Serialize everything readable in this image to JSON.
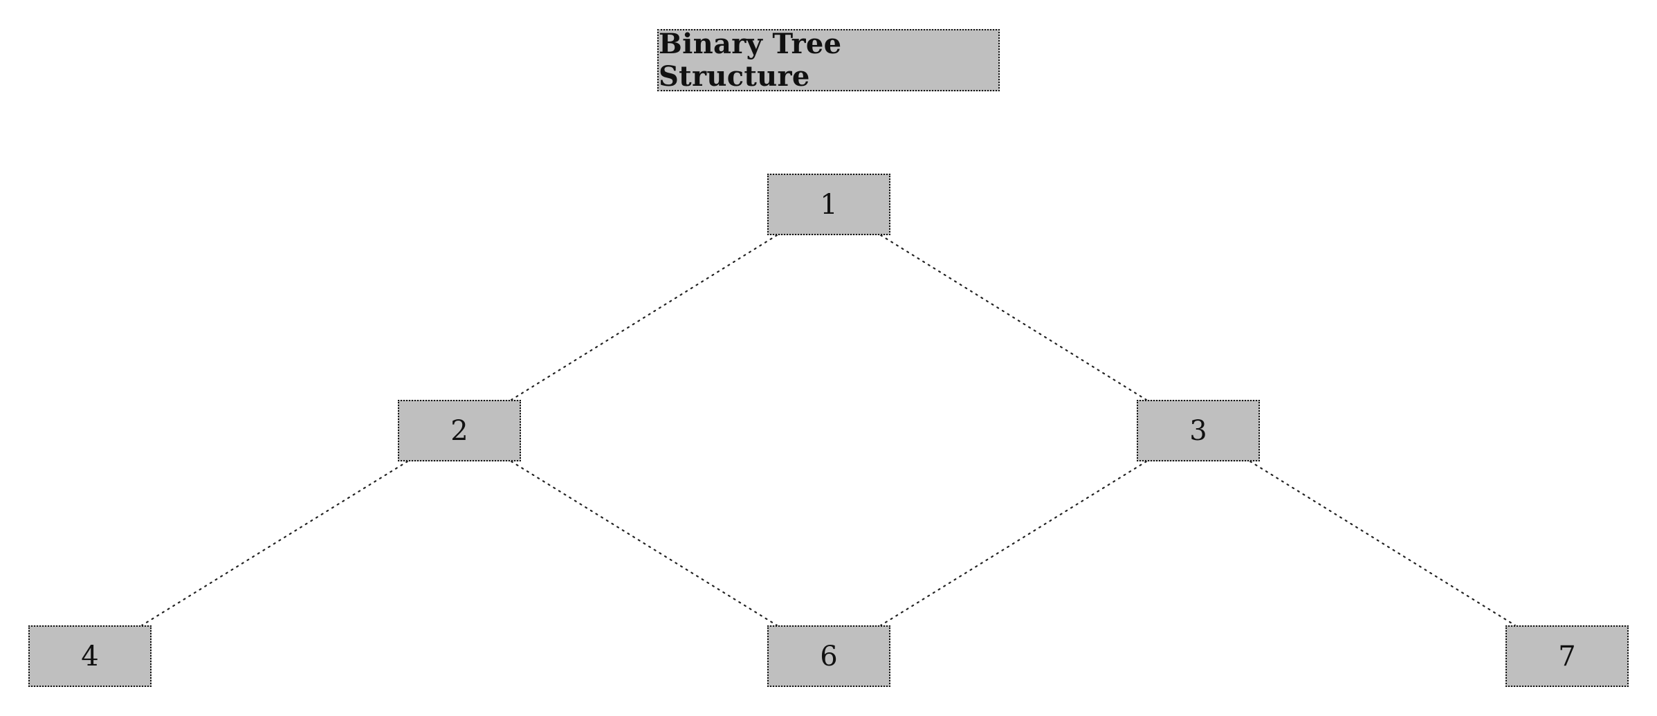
{
  "title": "Binary Tree Structure",
  "colors": {
    "node_fill": "#bfbfbf",
    "node_border": "#111111",
    "edge": "#222222",
    "background": "#ffffff"
  },
  "tree": {
    "nodes": [
      {
        "id": "1",
        "label": "1"
      },
      {
        "id": "2",
        "label": "2"
      },
      {
        "id": "3",
        "label": "3"
      },
      {
        "id": "4",
        "label": "4"
      },
      {
        "id": "6",
        "label": "6"
      },
      {
        "id": "7",
        "label": "7"
      }
    ],
    "edges": [
      {
        "from": "1",
        "to": "2"
      },
      {
        "from": "1",
        "to": "3"
      },
      {
        "from": "2",
        "to": "4"
      },
      {
        "from": "2",
        "to": "6"
      },
      {
        "from": "3",
        "to": "6"
      },
      {
        "from": "3",
        "to": "7"
      }
    ]
  }
}
